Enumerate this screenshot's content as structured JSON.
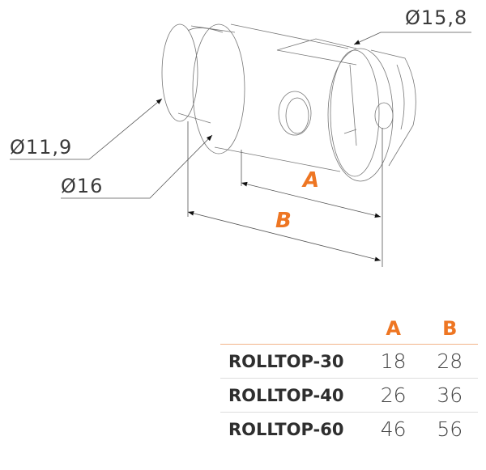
{
  "drawing": {
    "dimensions": {
      "d_outer": "Ø15,8",
      "d_shaft": "Ø11,9",
      "d_body": "Ø16",
      "a": "A",
      "b": "B"
    }
  },
  "table": {
    "headers": [
      "",
      "A",
      "B"
    ],
    "rows": [
      {
        "model": "ROLLTOP-30",
        "a": "18",
        "b": "28"
      },
      {
        "model": "ROLLTOP-40",
        "a": "26",
        "b": "36"
      },
      {
        "model": "ROLLTOP-60",
        "a": "46",
        "b": "56"
      }
    ]
  },
  "colors": {
    "accent": "#ee7623",
    "text": "#3a3a3a"
  }
}
